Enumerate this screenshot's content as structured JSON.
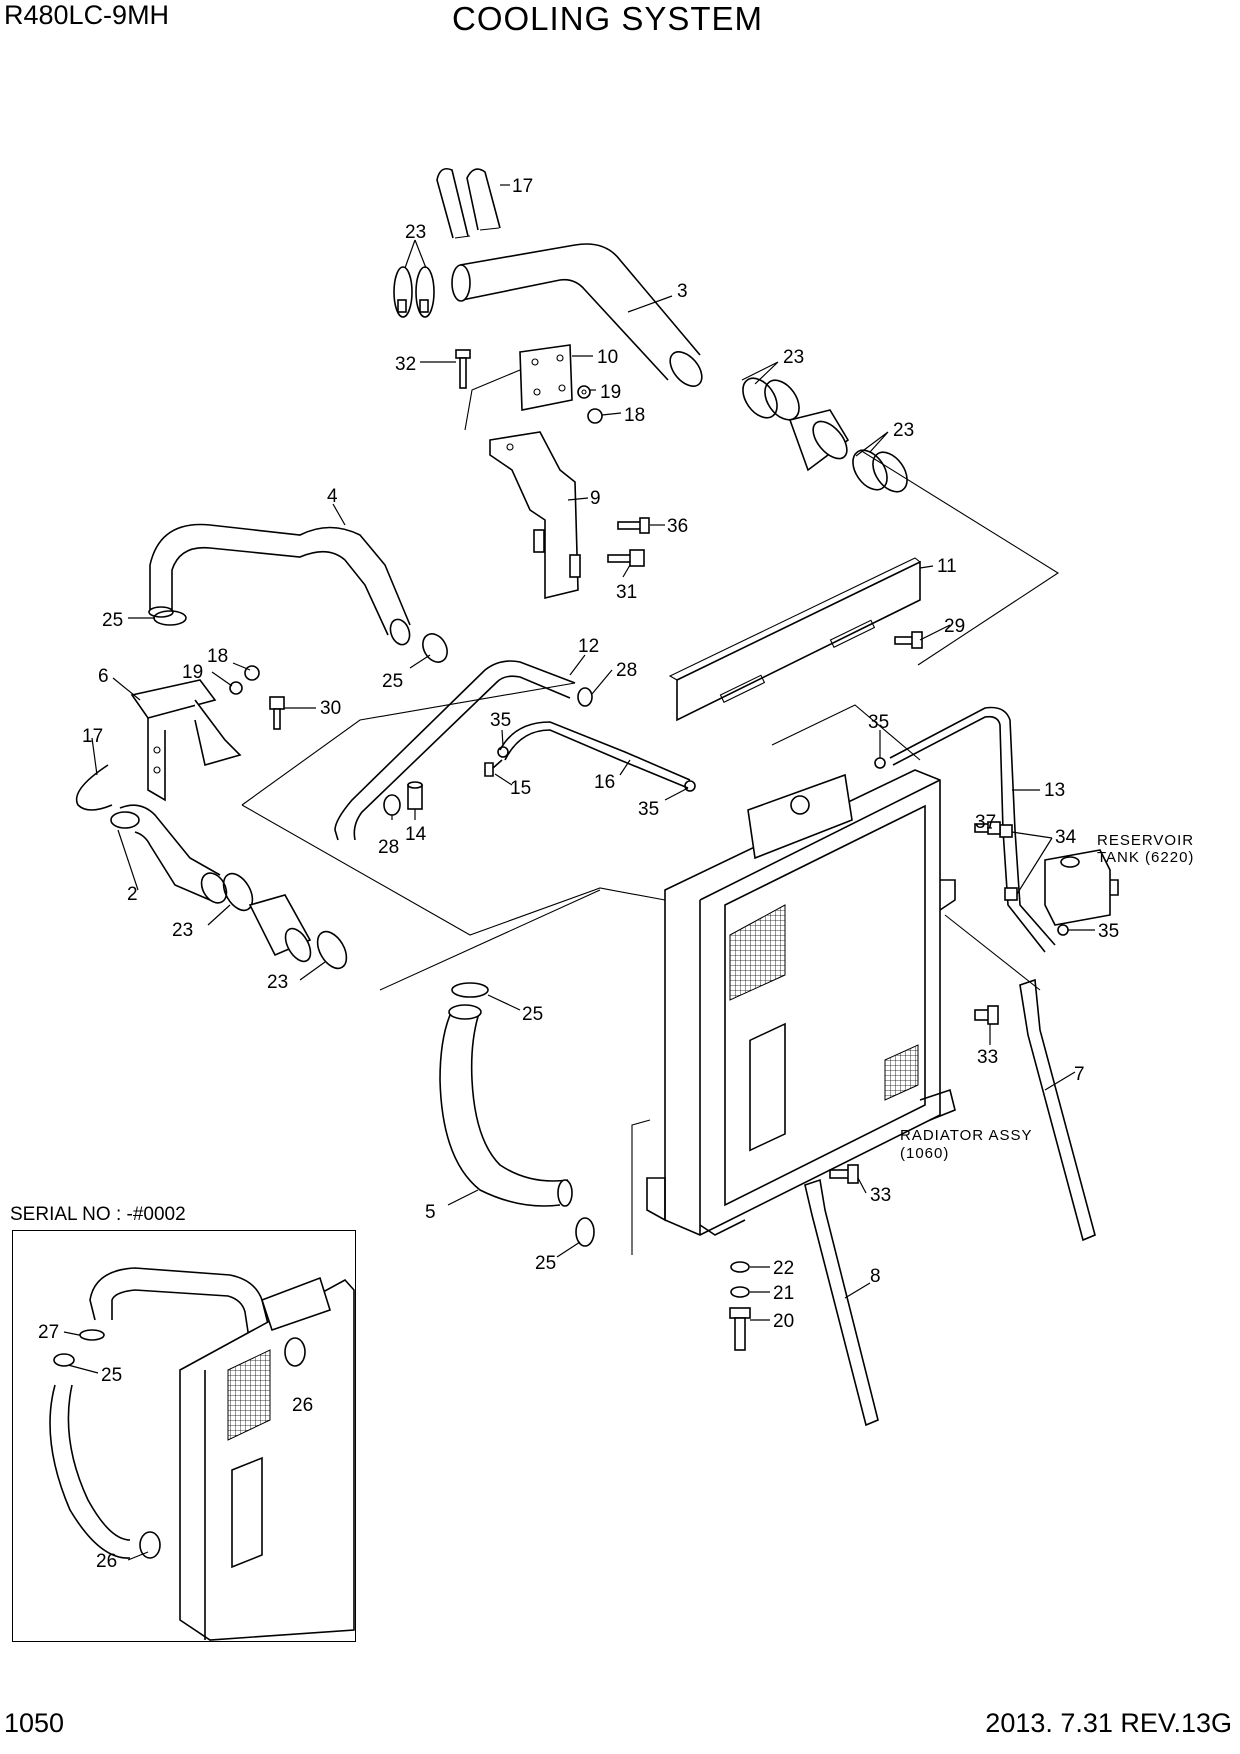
{
  "header": {
    "model": "R480LC-9MH",
    "title": "COOLING SYSTEM"
  },
  "footer": {
    "page": "1050",
    "revision": "2013. 7.31  REV.13G"
  },
  "notes": {
    "reservoir_line1": "RESERVOIR",
    "reservoir_line2": "TANK (6220)",
    "radiator_line1": "RADIATOR ASSY",
    "radiator_line2": "(1060)"
  },
  "inset": {
    "serial": "SERIAL NO : -#0002"
  },
  "callouts": [
    {
      "id": "c17a",
      "text": "17"
    },
    {
      "id": "c23a",
      "text": "23"
    },
    {
      "id": "c3",
      "text": "3"
    },
    {
      "id": "c32",
      "text": "32"
    },
    {
      "id": "c10",
      "text": "10"
    },
    {
      "id": "c23b",
      "text": "23"
    },
    {
      "id": "c19a",
      "text": "19"
    },
    {
      "id": "c18a",
      "text": "18"
    },
    {
      "id": "c23c",
      "text": "23"
    },
    {
      "id": "c9",
      "text": "9"
    },
    {
      "id": "c4",
      "text": "4"
    },
    {
      "id": "c36",
      "text": "36"
    },
    {
      "id": "c31",
      "text": "31"
    },
    {
      "id": "c11",
      "text": "11"
    },
    {
      "id": "c25a",
      "text": "25"
    },
    {
      "id": "c29",
      "text": "29"
    },
    {
      "id": "c18b",
      "text": "18"
    },
    {
      "id": "c6",
      "text": "6"
    },
    {
      "id": "c19b",
      "text": "19"
    },
    {
      "id": "c12",
      "text": "12"
    },
    {
      "id": "c25b",
      "text": "25"
    },
    {
      "id": "c28a",
      "text": "28"
    },
    {
      "id": "c30",
      "text": "30"
    },
    {
      "id": "c17b",
      "text": "17"
    },
    {
      "id": "c35a",
      "text": "35"
    },
    {
      "id": "c35b",
      "text": "35"
    },
    {
      "id": "c13",
      "text": "13"
    },
    {
      "id": "c15",
      "text": "15"
    },
    {
      "id": "c16",
      "text": "16"
    },
    {
      "id": "c35c",
      "text": "35"
    },
    {
      "id": "c28b",
      "text": "28"
    },
    {
      "id": "c14",
      "text": "14"
    },
    {
      "id": "c37",
      "text": "37"
    },
    {
      "id": "c34",
      "text": "34"
    },
    {
      "id": "c2",
      "text": "2"
    },
    {
      "id": "c23d",
      "text": "23"
    },
    {
      "id": "c35d",
      "text": "35"
    },
    {
      "id": "c23e",
      "text": "23"
    },
    {
      "id": "c25c",
      "text": "25"
    },
    {
      "id": "c33a",
      "text": "33"
    },
    {
      "id": "c7",
      "text": "7"
    },
    {
      "id": "c5",
      "text": "5"
    },
    {
      "id": "c33b",
      "text": "33"
    },
    {
      "id": "c25d",
      "text": "25"
    },
    {
      "id": "c22",
      "text": "22"
    },
    {
      "id": "c8",
      "text": "8"
    },
    {
      "id": "c21",
      "text": "21"
    },
    {
      "id": "c20",
      "text": "20"
    },
    {
      "id": "c27",
      "text": "27"
    },
    {
      "id": "c25e",
      "text": "25"
    },
    {
      "id": "c26a",
      "text": "26"
    },
    {
      "id": "c26b",
      "text": "26"
    }
  ]
}
